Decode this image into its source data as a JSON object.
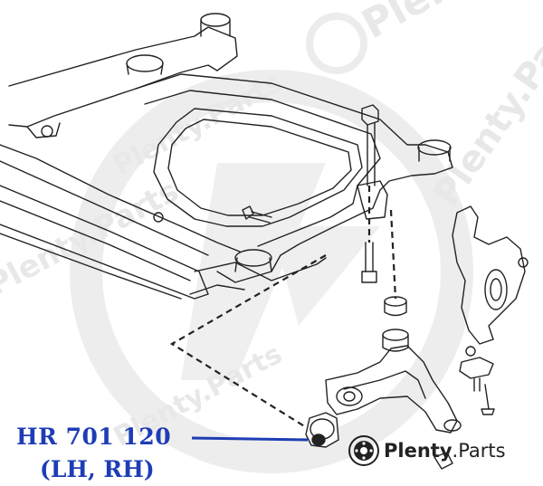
{
  "callout": {
    "part_number": "HR 701 120",
    "side": "(LH, RH)"
  },
  "logo": {
    "brand": "Plenty",
    "suffix": ".Parts"
  },
  "watermark": {
    "text": "Plenty.Parts"
  },
  "colors": {
    "callout_text": "#1e3db5",
    "line_art": "#222222",
    "watermark": "#e8e8e8"
  }
}
